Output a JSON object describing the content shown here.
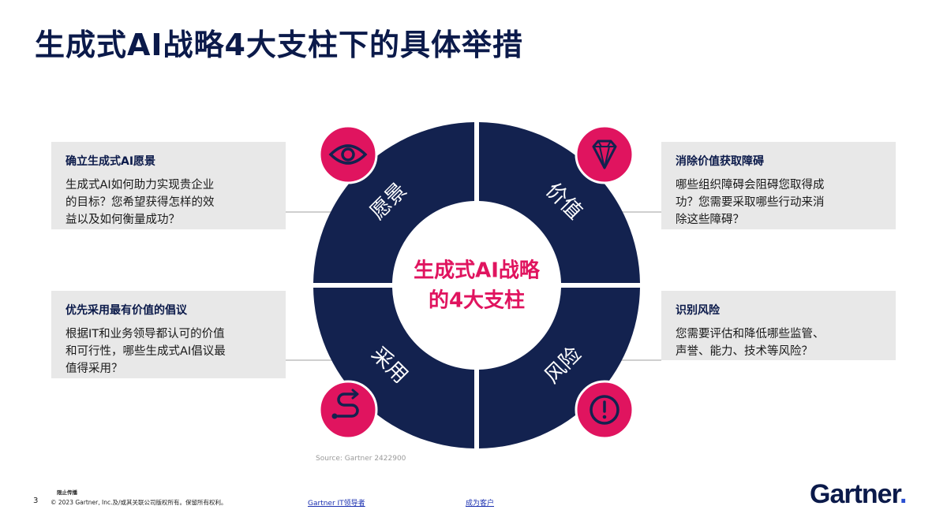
{
  "title": "生成式AI战略4大支柱下的具体举措",
  "center": {
    "line1": "生成式AI战略",
    "line2": "的4大支柱"
  },
  "pillars": {
    "vision": "愿景",
    "value": "价值",
    "adoption": "采用",
    "risk": "风险"
  },
  "cards": {
    "vision": {
      "heading": "确立生成式AI愿景",
      "lines": [
        "生成式AI如何助力实现贵企业",
        "的目标？您希望获得怎样的效",
        "益以及如何衡量成功？"
      ]
    },
    "value": {
      "heading": "消除价值获取障碍",
      "lines": [
        "哪些组织障碍会阻碍您取得成",
        "功？您需要采取哪些行动来消",
        "除这些障碍？"
      ]
    },
    "adoption": {
      "heading": "优先采用最有价值的倡议",
      "lines": [
        "根据IT和业务领导都认可的价值",
        "和可行性，哪些生成式AI倡议最",
        "值得采用？"
      ]
    },
    "risk": {
      "heading": "识别风险",
      "lines": [
        "您需要评估和降低哪些监管、",
        "声誉、能力、技术等风险？"
      ]
    }
  },
  "icons": {
    "vision": "eye-icon",
    "value": "diamond-icon",
    "adoption": "route-icon",
    "risk": "alert-icon"
  },
  "colors": {
    "navy": "#13224f",
    "accent": "#e0145f",
    "card_bg": "#e8e8e8"
  },
  "source": "Source: Gartner 2422900",
  "footer": {
    "page_number": "3",
    "notice": "限止传播",
    "copyright": "© 2023 Gartner, Inc.及/或其关联公司版权所有。保留所有权利。",
    "link1": "Gartner IT领导者",
    "link2": "成为客户"
  },
  "logo": {
    "text": "Gartner",
    "dot": "."
  }
}
